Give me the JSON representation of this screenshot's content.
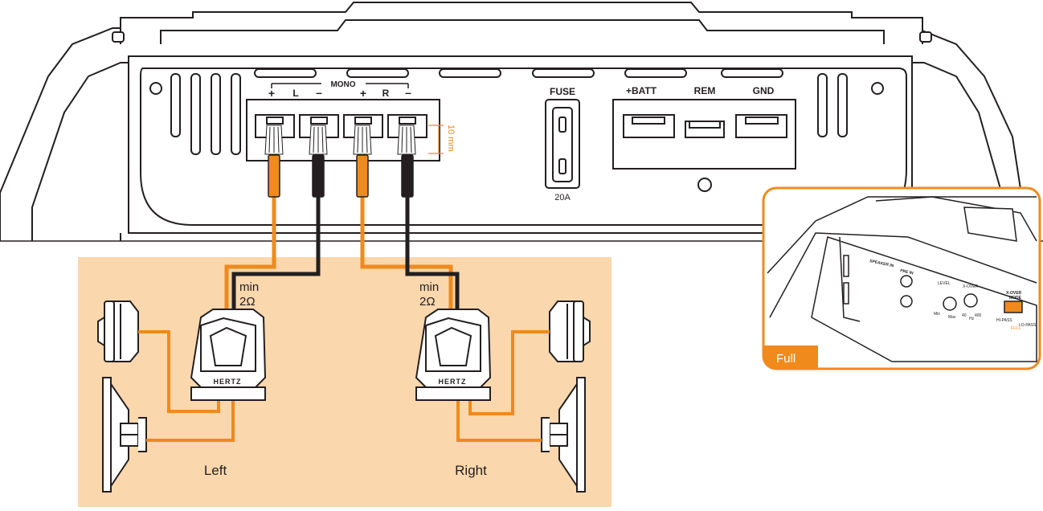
{
  "amplifier": {
    "mono_label": "MONO",
    "channel_l": "L",
    "channel_r": "R",
    "plus": "+",
    "minus": "–",
    "wire_strip": "10 mm",
    "fuse_label": "FUSE",
    "fuse_rating": "20A",
    "batt_label": "+BATT",
    "rem_label": "REM",
    "gnd_label": "GND"
  },
  "wiring": {
    "min_left_line1": "min",
    "min_left_line2": "2Ω",
    "min_right_line1": "min",
    "min_right_line2": "2Ω",
    "crossover_brand": "HERTZ",
    "left_label": "Left",
    "right_label": "Right"
  },
  "inset": {
    "mode_label": "Full",
    "panel_speaker_in": "SPEAKER IN",
    "panel_pre_in": "PRE IN",
    "panel_level": "LEVEL",
    "panel_level_min": "Min",
    "panel_level_max": "Max",
    "panel_xover": "X-OVER",
    "panel_hz": "Hz",
    "panel_hz_low": "40",
    "panel_hz_high": "400",
    "panel_xover_mode_1": "X-OVER",
    "panel_xover_mode_2": "MODE",
    "panel_hipass": "HI-PASS",
    "panel_lopass": "LO-PASS",
    "panel_full": "FULL"
  },
  "colors": {
    "orange": "#f08a1c",
    "black_wire": "#231f20",
    "peach_bg": "#fbd7ad"
  }
}
